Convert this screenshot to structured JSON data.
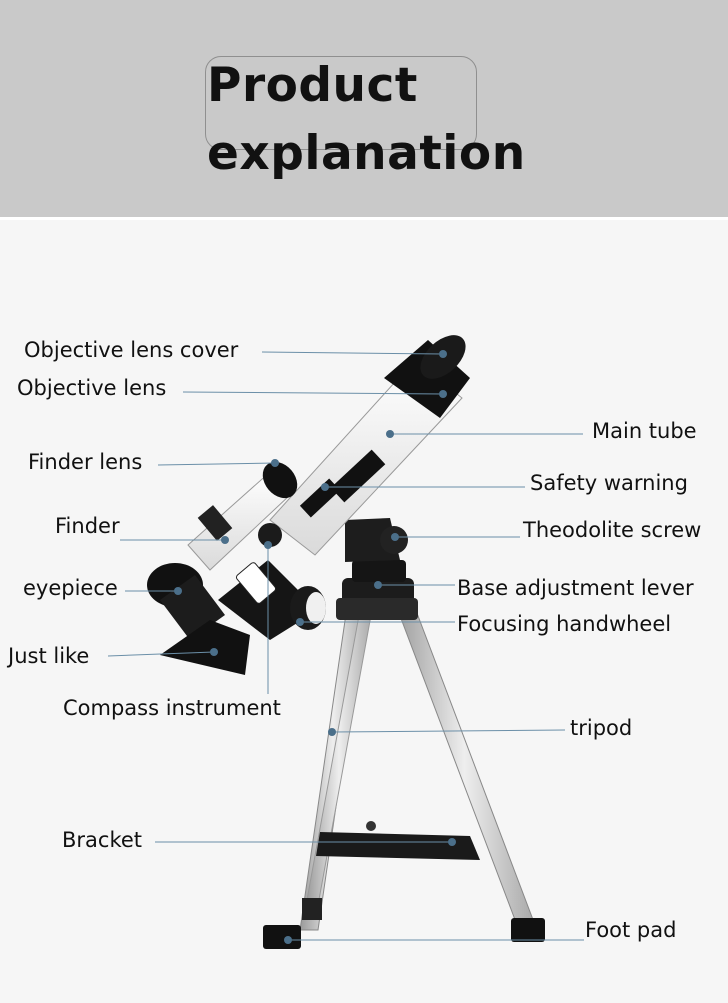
{
  "title": {
    "line1": "Product",
    "line2": "explanation"
  },
  "labels": {
    "objective_lens_cover": "Objective lens cover",
    "objective_lens": "Objective lens",
    "main_tube": "Main tube",
    "finder_lens": "Finder lens",
    "safety_warning": "Safety warning",
    "finder": "Finder",
    "theodolite_screw": "Theodolite screw",
    "eyepiece": "eyepiece",
    "base_adjustment_lever": "Base adjustment lever",
    "focusing_handwheel": "Focusing handwheel",
    "just_like": "Just like",
    "compass_instrument": "Compass instrument",
    "tripod": "tripod",
    "bracket": "Bracket",
    "foot_pad": "Foot pad"
  },
  "colors": {
    "header_bg": "#c9c9c9",
    "body_bg": "#f6f6f6",
    "leader_line": "#6b8fa8",
    "tube": "#ffffff",
    "dark": "#111111",
    "metal": "#c8c8c8"
  }
}
